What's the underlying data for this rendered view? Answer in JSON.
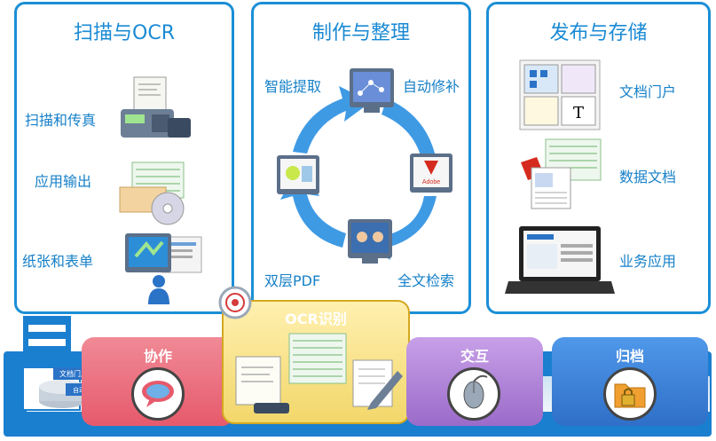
{
  "panels": {
    "scan": {
      "title": "扫描与OCR",
      "items": [
        "扫描和传真",
        "应用输出",
        "纸张和表单"
      ]
    },
    "make": {
      "title": "制作与整理",
      "cycle": [
        "智能提取",
        "自动修补",
        "全文检索",
        "双层PDF"
      ]
    },
    "publish": {
      "title": "发布与存储",
      "items": [
        "文档门户",
        "数据文档",
        "业务应用"
      ]
    }
  },
  "modules": {
    "collab": "协作",
    "ocr": "OCR识别",
    "interact": "交互",
    "archive": "归档"
  },
  "storage": {
    "tags": [
      "文档门户",
      "自动分类"
    ]
  },
  "icons": {
    "monitor_letter": "T",
    "adobe_label": "Adobe"
  },
  "colors": {
    "accent": "#1b8fd6",
    "collab": "#e85a6a",
    "ocr": "#f2c94c",
    "interact": "#9b6bc9",
    "archive": "#2f7ed8"
  }
}
